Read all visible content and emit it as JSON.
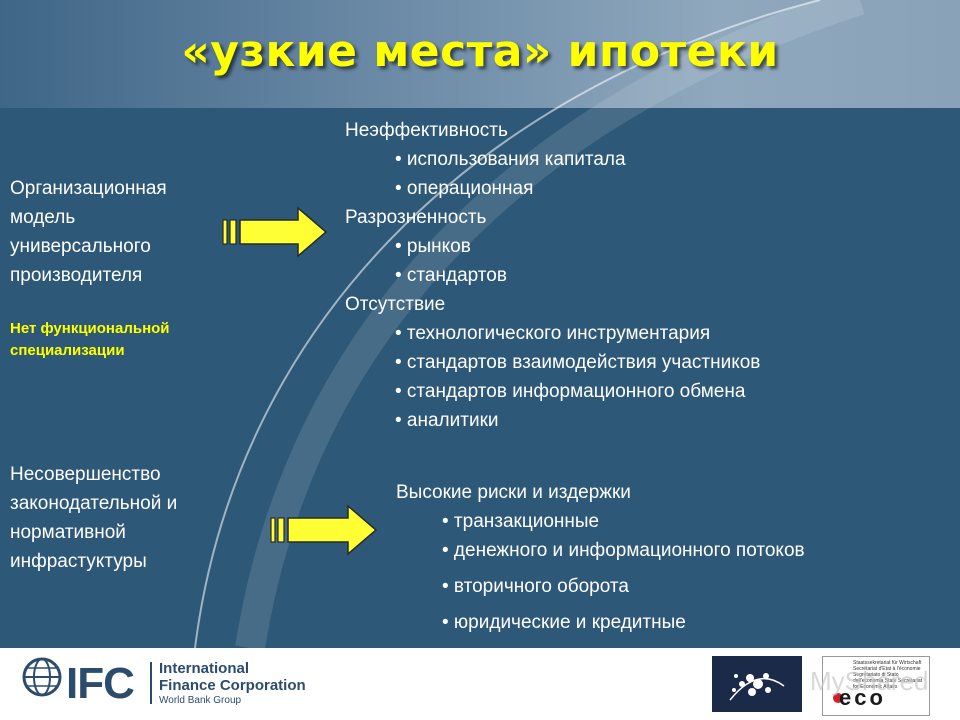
{
  "title": "«узкие места» ипотеки",
  "left_column": {
    "item1_lines": [
      "Организационная",
      "модель",
      "универсального",
      "производителя"
    ],
    "item1_note_lines": [
      "Нет функциональной",
      "специализации"
    ],
    "item2_lines": [
      "Несовершенство",
      "законодательной и",
      "нормативной",
      "инфрастуктуры"
    ]
  },
  "block1": {
    "groups": [
      {
        "heading": "Неэффективность",
        "bullets": [
          "• использования капитала",
          "• операционная"
        ]
      },
      {
        "heading": "Разрозненность",
        "bullets": [
          "• рынков",
          "• стандартов"
        ]
      },
      {
        "heading": "Отсутствие",
        "bullets": [
          "• технологического инструментария",
          "• стандартов взаимодействия участников",
          "• стандартов информационного обмена",
          "• аналитики"
        ]
      }
    ]
  },
  "block2": {
    "heading": "Высокие риски и издержки",
    "bullets": [
      "• транзакционные",
      "• денежного и информационного потоков",
      "• вторичного оборота",
      "• юридические и кредитные"
    ]
  },
  "footer": {
    "ifc_logo_text": "IFC",
    "ifc_name_line1": "International",
    "ifc_name_line2": "Finance Corporation",
    "ifc_group": "World Bank Group",
    "seco_logo_text": "eco",
    "seco_small_text": "Staatssekretariat für Wirtschaft Secrétariat d'Etat à l'économie Segretariato di Stato dell'economia State Secretariat for Economic Affairs",
    "watermark": "MyShared"
  },
  "colors": {
    "background": "#2d5878",
    "title": "#ffff00",
    "arrow_fill": "#ffff33",
    "note": "#ffff00",
    "body_text": "#ffffff"
  }
}
